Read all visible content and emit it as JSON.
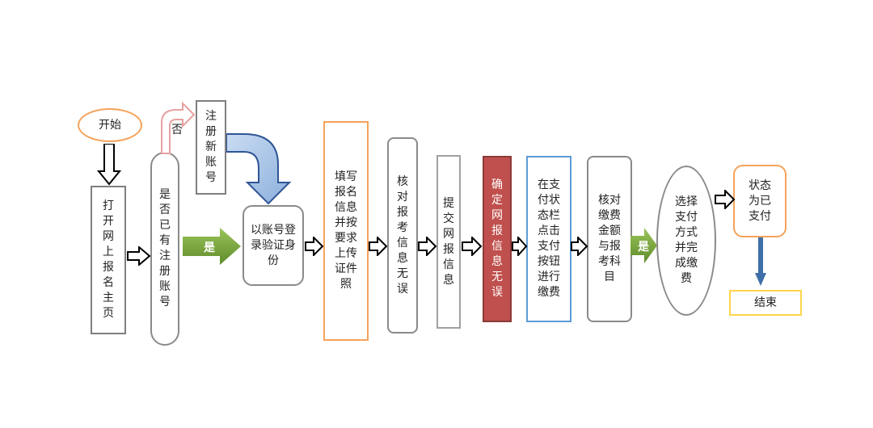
{
  "nodes": {
    "start": "开始",
    "open": "打开网上报名主页",
    "has_account": "是否已有注册账号",
    "register": "注册新账号",
    "login": "以账号登录验证身份",
    "fill": "填写报名信息并按要求上传证件照",
    "check": "核对报考信息无误",
    "submit": "提交网报信息",
    "confirm": "确定网报信息无误",
    "pay_click": "在支付状态栏点击支付按钮进行缴费",
    "verify_fee": "核对缴费金额与报考科目",
    "choose_pay": "选择支付方式并完成缴费",
    "status": "状态为已支付",
    "end": "结束"
  },
  "labels": {
    "no": "否",
    "yes1": "是",
    "yes2": "是"
  },
  "colors": {
    "orange": "#F5A25A",
    "dark_red": "#C0504D",
    "blue_border": "#5B9BD5",
    "yellow": "#FFD54A",
    "green": "#79A73B",
    "steel_blue": "#3F6FA8"
  }
}
